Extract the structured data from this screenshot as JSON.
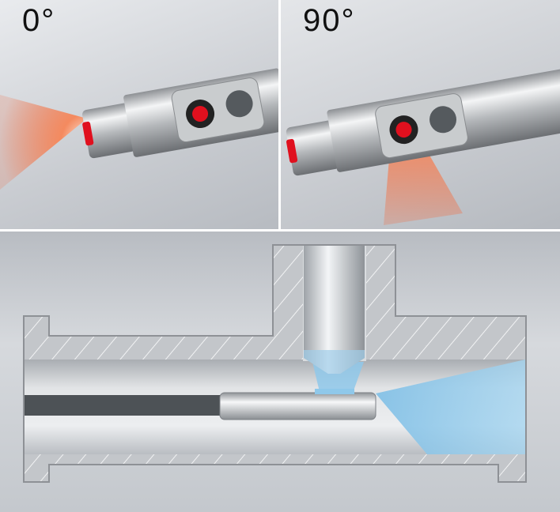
{
  "panels": [
    {
      "label": "0°",
      "beam_direction": "axial"
    },
    {
      "label": "90°",
      "beam_direction": "radial"
    }
  ],
  "colors": {
    "beam_red": "#f06a40",
    "beam_blue": "#8fc8ea",
    "led_red": "#e0101e",
    "hatch": "#b9bcc0"
  }
}
